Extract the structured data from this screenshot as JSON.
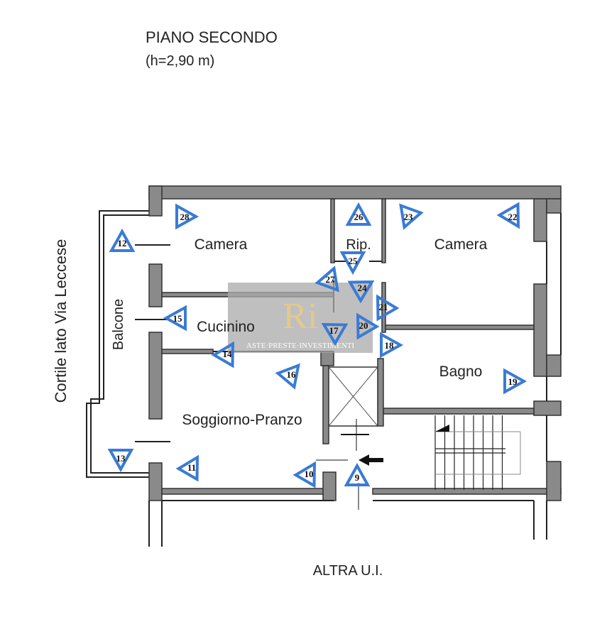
{
  "title": "PIANO SECONDO",
  "subtitle": "(h=2,90 m)",
  "side_label": "Cortile lato Via Leccese",
  "bottom_label": "ALTRA U.I.",
  "rooms": {
    "balcone": "Balcone",
    "camera_left": "Camera",
    "rip": "Rip.",
    "camera_right": "Camera",
    "cucinino": "Cucinino",
    "bagno": "Bagno",
    "soggiorno": "Soggiorno-Pranzo"
  },
  "watermark": {
    "logo": "Ri",
    "text": "ASTE·PRESTE·INVESTIMENTI"
  },
  "markers": [
    "28",
    "12",
    "26",
    "23",
    "22",
    "25",
    "27",
    "24",
    "21",
    "15",
    "20",
    "17",
    "18",
    "14",
    "16",
    "19",
    "13",
    "11",
    "10",
    "9"
  ],
  "colors": {
    "marker": "#3a7bd5",
    "wall": "#8a8a8a"
  }
}
